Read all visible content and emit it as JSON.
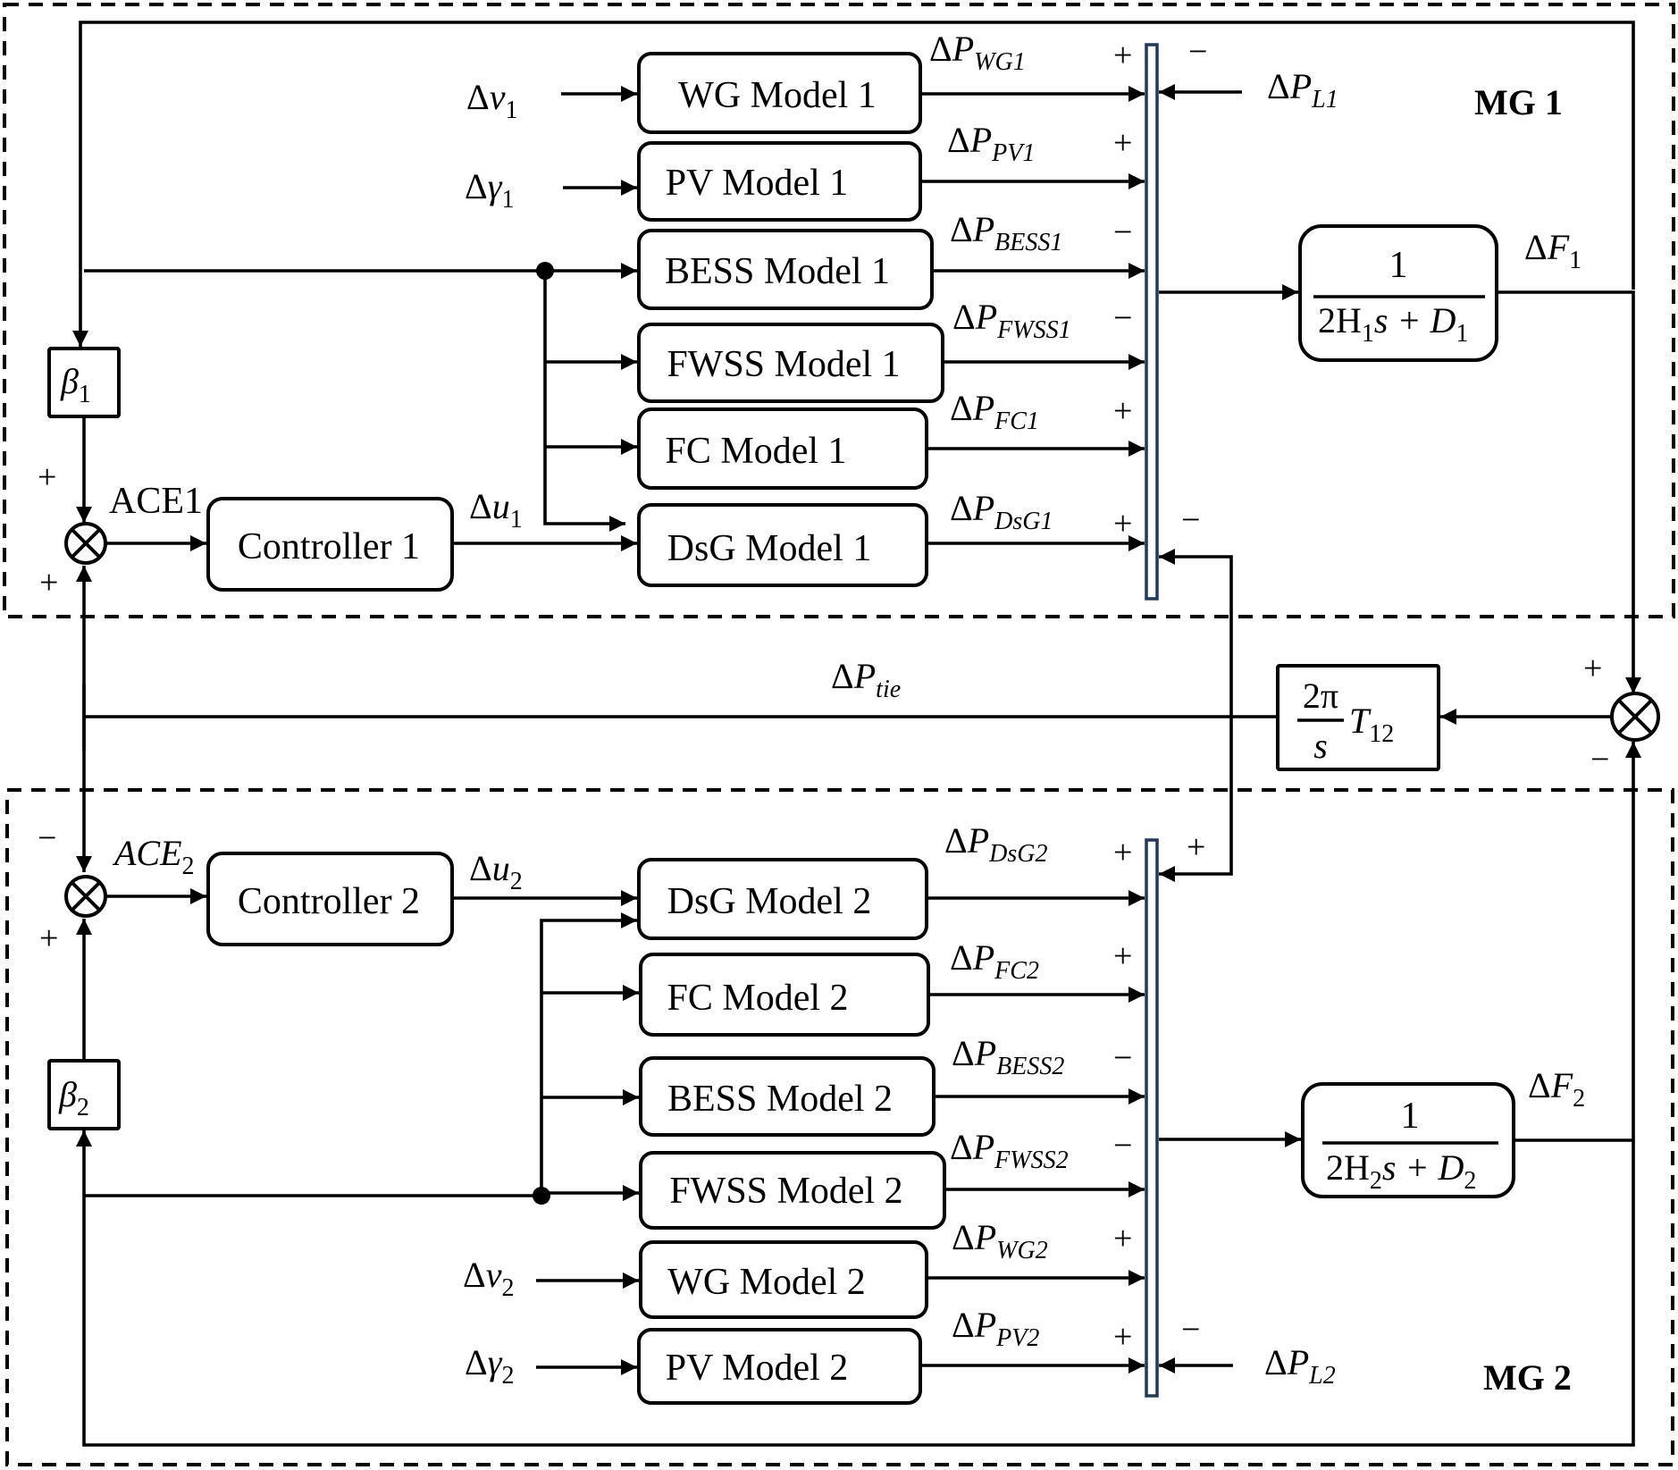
{
  "mg1": {
    "title": "MG 1",
    "blocks": {
      "wg": "WG Model 1",
      "pv": "PV Model 1",
      "bess": "BESS Model 1",
      "fwss": "FWSS Model 1",
      "fc": "FC Model 1",
      "dsg": "DsG Model 1",
      "controller": "Controller 1",
      "beta": {
        "sym": "β",
        "sub": "1"
      },
      "transfer": {
        "num": "1",
        "den_a": "2H",
        "den_a_sub": "1",
        "den_b": "s + D",
        "den_b_sub": "1"
      }
    },
    "inputs": {
      "dv": {
        "pre": "Δ",
        "sym": "v",
        "sub": "1"
      },
      "dgamma": {
        "pre": "Δ",
        "sym": "γ",
        "sub": "1"
      },
      "dPL": {
        "pre": "Δ",
        "sym": "P",
        "sub": "L1"
      }
    },
    "signals": {
      "dPWG": {
        "pre": "Δ",
        "sym": "P",
        "sub": "WG1"
      },
      "dPPV": {
        "pre": "Δ",
        "sym": "P",
        "sub": "PV1"
      },
      "dPBESS": {
        "pre": "Δ",
        "sym": "P",
        "sub": "BESS1"
      },
      "dPFWSS": {
        "pre": "Δ",
        "sym": "P",
        "sub": "FWSS1"
      },
      "dPFC": {
        "pre": "Δ",
        "sym": "P",
        "sub": "FC1"
      },
      "dPDsG": {
        "pre": "Δ",
        "sym": "P",
        "sub": "DsG1"
      },
      "dF": {
        "pre": "Δ",
        "sym": "F",
        "sub": "1"
      },
      "du": {
        "pre": "Δ",
        "sym": "u",
        "sub": "1"
      },
      "ace": "ACE1"
    },
    "bus_signs": {
      "wg": "+",
      "load": "−",
      "pv": "+",
      "bess": "−",
      "fwss": "−",
      "fc": "+",
      "dsg": "+",
      "tie": "−"
    },
    "sum_signs": {
      "top": "+",
      "bottom": "+"
    }
  },
  "mg2": {
    "title": "MG 2",
    "blocks": {
      "dsg": "DsG Model 2",
      "fc": "FC Model 2",
      "bess": "BESS Model 2",
      "fwss": "FWSS Model 2",
      "wg": "WG Model 2",
      "pv": "PV Model 2",
      "controller": "Controller 2",
      "beta": {
        "sym": "β",
        "sub": "2"
      },
      "transfer": {
        "num": "1",
        "den_a": "2H",
        "den_a_sub": "2",
        "den_b": "s + D",
        "den_b_sub": "2"
      }
    },
    "inputs": {
      "dv": {
        "pre": "Δ",
        "sym": "v",
        "sub": "2"
      },
      "dgamma": {
        "pre": "Δ",
        "sym": "γ",
        "sub": "2"
      },
      "dPL": {
        "pre": "Δ",
        "sym": "P",
        "sub": "L2"
      }
    },
    "signals": {
      "dPDsG": {
        "pre": "Δ",
        "sym": "P",
        "sub": "DsG2"
      },
      "dPFC": {
        "pre": "Δ",
        "sym": "P",
        "sub": "FC2"
      },
      "dPBESS": {
        "pre": "Δ",
        "sym": "P",
        "sub": "BESS2"
      },
      "dPFWSS": {
        "pre": "Δ",
        "sym": "P",
        "sub": "FWSS2"
      },
      "dPWG": {
        "pre": "Δ",
        "sym": "P",
        "sub": "WG2"
      },
      "dPPV": {
        "pre": "Δ",
        "sym": "P",
        "sub": "PV2"
      },
      "dF": {
        "pre": "Δ",
        "sym": "F",
        "sub": "2"
      },
      "du": {
        "pre": "Δ",
        "sym": "u",
        "sub": "2"
      },
      "ace": {
        "sym": "ACE",
        "sub": "2"
      }
    },
    "bus_signs": {
      "dsg": "+",
      "tie": "+",
      "fc": "+",
      "bess": "−",
      "fwss": "−",
      "wg": "+",
      "pv": "+",
      "load": "−"
    },
    "sum_signs": {
      "top": "−",
      "bottom": "+"
    }
  },
  "tie": {
    "label": {
      "pre": "Δ",
      "sym": "P",
      "sub": "tie"
    },
    "block": {
      "num": "2π",
      "den": "s",
      "gain": "T",
      "gain_sub": "12"
    },
    "sum_signs": {
      "top": "+",
      "bottom": "−"
    }
  }
}
